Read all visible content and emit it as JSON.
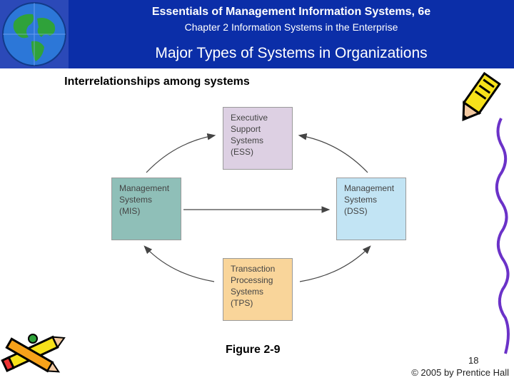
{
  "header": {
    "book_title": "Essentials of Management Information Systems, 6e",
    "chapter_title": "Chapter 2 Information Systems in the Enterprise",
    "slide_title": "Major Types of Systems in Organizations"
  },
  "subtitle": "Interrelationships among systems",
  "boxes": {
    "ess": {
      "lines": [
        "Executive",
        "Support",
        "Systems",
        "(ESS)"
      ],
      "color": "#ddd0e3"
    },
    "mis": {
      "lines": [
        "Management",
        "Systems",
        "(MIS)"
      ],
      "color": "#8fbfb8"
    },
    "dss": {
      "lines": [
        "Management",
        "Systems",
        "(DSS)"
      ],
      "color": "#c2e4f4"
    },
    "tps": {
      "lines": [
        "Transaction",
        "Processing",
        "Systems",
        "(TPS)"
      ],
      "color": "#f9d59a"
    }
  },
  "figure_label": "Figure 2-9",
  "page_number": "18",
  "copyright": "© 2005 by Prentice Hall",
  "colors": {
    "header_bg": "#0b2ea8",
    "arrow": "#444444"
  }
}
